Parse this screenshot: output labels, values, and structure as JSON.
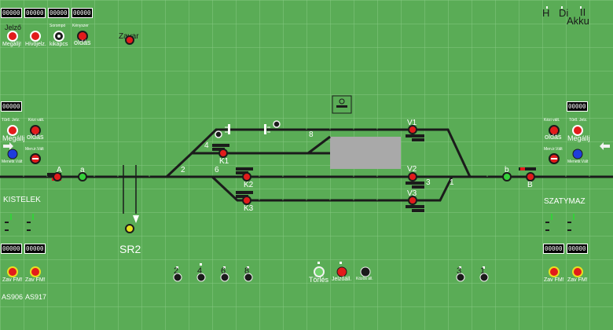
{
  "colors": {
    "background": "#5aac56",
    "grid": "#86c883",
    "track": "#1b1b1b",
    "occupied_block": "#a9a9a9",
    "signal_red": "#e21b1b",
    "signal_green": "#35d13a",
    "signal_yellow": "#e8e020",
    "signal_blue": "#1f3ddb",
    "indicator_white": "#f2f2f2"
  },
  "counters": {
    "top": [
      "00000",
      "00000",
      "00000",
      "00000"
    ],
    "left_mid": "00000",
    "right_mid": "00000",
    "bottom_left": [
      "00000",
      "00000"
    ],
    "bottom_right": [
      "00000",
      "00000"
    ]
  },
  "status": {
    "h": "H",
    "di": "Di",
    "ii": "II",
    "akku": "Akku"
  },
  "buttons": {
    "top_jelzo_label": "Jelző",
    "top_megallj": "Megállj!",
    "top_hivojelz": "Hívójelz.",
    "top_sorompo": "Sorompó",
    "top_kikapcs": "kikapcs",
    "top_kenyszer": "Kényszer",
    "top_oldas": "oldás",
    "zavar": "Zavar",
    "left_tuzo": "Tűrő. Jelz.",
    "left_megallj": "Megállj",
    "left_kezi": "Kézi vált.",
    "left_oldas": "oldás",
    "left_menet_vm": "Menetir.Vált",
    "left_menet_vm2": "Men.ir.Vált",
    "right_tuzo": "Tűrő. Jelz.",
    "right_megallj": "Megállj",
    "right_kezi": "Kézi vált.",
    "right_oldas": "oldás",
    "right_menet_vm": "Menetir.Vált",
    "right_menet_vm2": "Men.ir.Vált",
    "zav_fm_1": "Zav FM!",
    "zav_fm_2": "Zav FM!",
    "zav_fm_3": "Zav FM!",
    "zav_fm_4": "Zav FM!",
    "torles": "Törlés",
    "jelzoall": "Jelzőáll.",
    "kozos_all": "Közös áll."
  },
  "stations": {
    "left": "KISTELEK",
    "right": "SZATYMAZ"
  },
  "crossing": "SR2",
  "as_labels": [
    "AS906",
    "AS917"
  ],
  "signals": {
    "A": "A",
    "a": "a",
    "b": "b",
    "B": "B",
    "K1": "K1",
    "K2": "K2",
    "K3": "K3",
    "V1": "V1",
    "V2": "V2",
    "V3": "V3"
  },
  "switches": {
    "s1": "1",
    "s2": "2",
    "s3": "3",
    "s4": "4",
    "s6": "6",
    "s8": "8"
  },
  "switch_buttons": [
    "2",
    "4",
    "6",
    "8",
    "3",
    "1"
  ]
}
